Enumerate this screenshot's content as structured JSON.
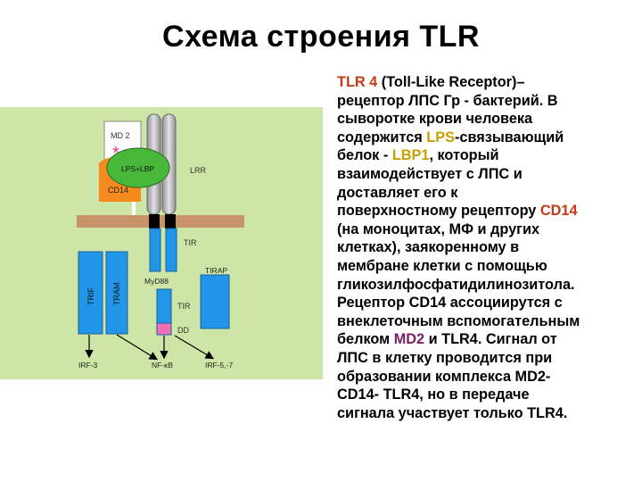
{
  "title": "Схема строения TLR",
  "diagram": {
    "labels": {
      "md2": "MD 2",
      "lps_lbp": "LPS+LBP",
      "lrr": "LRR",
      "cd14": "CD14",
      "tir_upper": "TIR",
      "tirap": "TIRAP",
      "trif": "TRIF",
      "tram": "TRAM",
      "myd88": "MyD88",
      "tir_lower": "TIR",
      "dd": "DD",
      "irf3": "IRF-3",
      "nfkb": "NF-κB",
      "irf57": "IRF-5,-7",
      "asterisk": "*"
    },
    "colors": {
      "background": "#cde6a7",
      "blue": "#2196e8",
      "orange": "#f58a1f",
      "green": "#48b83a",
      "membrane": "#c9936a",
      "gray": "#b8b8bc",
      "pink": "#f070b8"
    }
  },
  "text": {
    "l1_tlr4": "TLR 4",
    "l1_rest": " (Toll-Like Receptor)–",
    "l2": "рецептор ЛПС Гр - бактерий. В",
    "l3": "сыворотке крови человека",
    "l4_a": "содержится ",
    "l4_lps": "LPS",
    "l4_b": "-связывающий",
    "l5_a": "белок - ",
    "l5_lbp": "LBP1",
    "l5_b": ", который",
    "l6": "взаимодействует с ЛПС и",
    "l7": "доставляет его к",
    "l8_a": "поверхностному рецептору ",
    "l8_cd14": "CD14",
    "l9": "(на моноцитах, МФ и других",
    "l10": "клетках), заякоренному в",
    "l11": "мембране клетки с помощью",
    "l12": "гликозилфосфатидилинозитола.",
    "l13": "Рецептор CD14 ассоциирутся с",
    "l14": "внеклеточным вспомогательным",
    "l15_a": "белком ",
    "l15_md2": "MD2",
    "l15_b": " и TLR4. Сигнал от",
    "l16": "ЛПС в клетку проводится при",
    "l17": "образовании комплекса MD2-",
    "l18": "CD14- TLR4, но в передаче",
    "l19": "сигнала участвует только TLR4."
  }
}
